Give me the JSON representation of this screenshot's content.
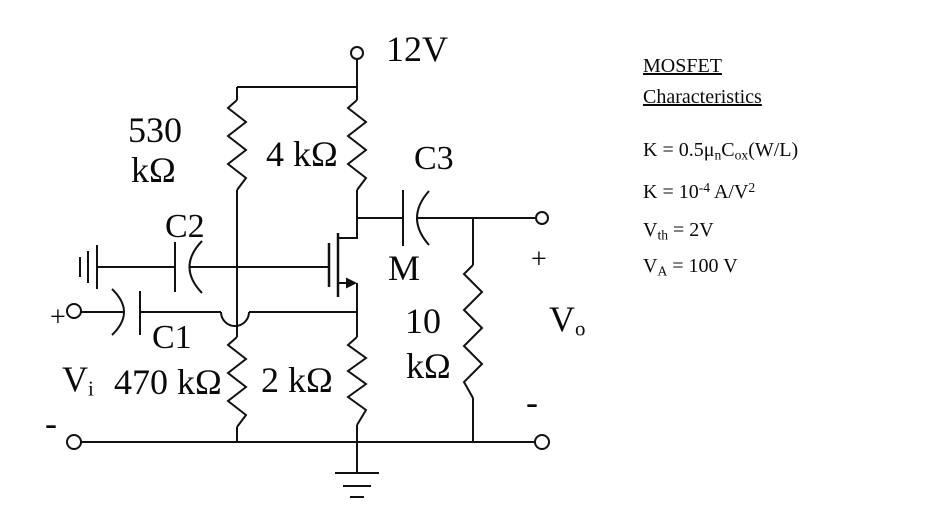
{
  "colors": {
    "ink": "#111111",
    "background": "#ffffff"
  },
  "supply": {
    "label": "12V"
  },
  "labels": {
    "r530_value": "530",
    "r530_unit": "kΩ",
    "r4": "4 kΩ",
    "r470": "470 kΩ",
    "r2": "2 kΩ",
    "r10_value": "10",
    "r10_unit": "kΩ",
    "c1": "C1",
    "c2": "C2",
    "c3": "C3",
    "mosfet": "M"
  },
  "input": {
    "plus": "+",
    "minus": "-",
    "name": "V",
    "sub": "i"
  },
  "output": {
    "plus": "+",
    "minus": "-",
    "name": "V",
    "sub": "o"
  },
  "characteristics": {
    "title1": "MOSFET",
    "title2": "Characteristics",
    "k1": {
      "p1": "K = 0.5μ",
      "s1": "n",
      "p2": "C",
      "s2": "ox",
      "p3": "(W/L)"
    },
    "k2": {
      "p1": "K = 10",
      "s1": "-4",
      "p2": " A/V",
      "s2": "2"
    },
    "vth": {
      "p1": "V",
      "s1": "th",
      "p2": " = 2V"
    },
    "va": {
      "p1": "V",
      "s1": "A",
      "p2": " = 100 V"
    }
  }
}
